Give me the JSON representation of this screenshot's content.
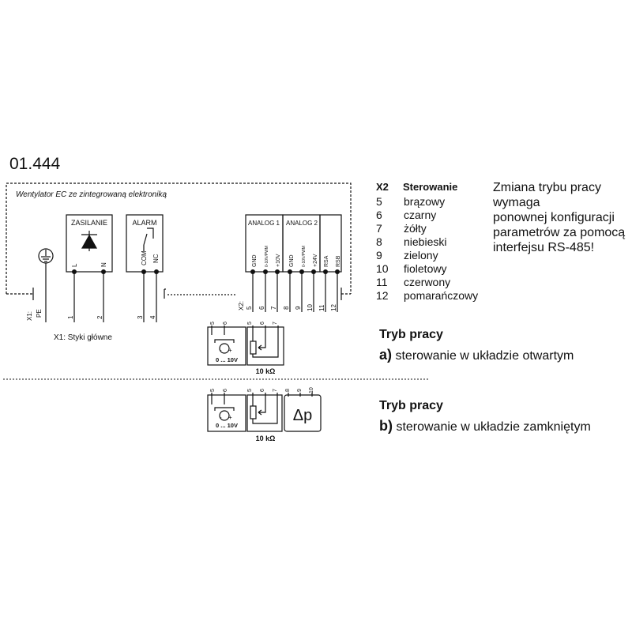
{
  "model": "01.444",
  "fan": {
    "label": "Wentylator EC ze zintegrowaną elektroniką",
    "supply_label": "ZASILANIE",
    "alarm_label": "ALARM",
    "analog1_label": "ANALOG 1",
    "analog2_label": "ANALOG 2",
    "pins": {
      "l": "L",
      "n": "N",
      "com": "COM",
      "nc": "NC",
      "gnd1": "GND",
      "sig1": "0-10V/PWM",
      "plus10v": "+10V",
      "gnd2": "GND",
      "sig2": "0-10V/PWM",
      "plus24v": "+24V",
      "rsa": "RSA",
      "rsb": "RSB"
    }
  },
  "x1": {
    "label": "X1:",
    "pe": "PE",
    "numbers": [
      "1",
      "2",
      "3",
      "4"
    ],
    "caption": "X1: Styki główne"
  },
  "x2": {
    "label": "X2:",
    "numbers": [
      "5",
      "6",
      "7",
      "8",
      "9",
      "10",
      "11",
      "12"
    ]
  },
  "legend": {
    "header_code": "X2",
    "header_title": "Sterowanie",
    "rows": [
      {
        "num": "5",
        "color": "brązowy"
      },
      {
        "num": "6",
        "color": "czarny"
      },
      {
        "num": "7",
        "color": "żółty"
      },
      {
        "num": "8",
        "color": "niebieski"
      },
      {
        "num": "9",
        "color": "zielony"
      },
      {
        "num": "10",
        "color": "fioletowy"
      },
      {
        "num": "11",
        "color": "czerwony"
      },
      {
        "num": "12",
        "color": "pomarańczowy"
      }
    ]
  },
  "note": [
    "Zmiana trybu pracy",
    "wymaga",
    "ponownej konfiguracji",
    "parametrów za pomocą",
    "interfejsu RS-485!"
  ],
  "mode_a": {
    "title": "Tryb pracy",
    "letter": "a)",
    "text": "sterowanie w układzie otwartym",
    "source_pins": [
      "5",
      "6"
    ],
    "source_range": "0 ... 10V",
    "pot_pins": [
      "5",
      "6",
      "7"
    ],
    "pot_value": "10 kΩ"
  },
  "mode_b": {
    "title": "Tryb pracy",
    "letter": "b)",
    "text": "sterowanie w układzie zamkniętym",
    "source_pins": [
      "5",
      "6"
    ],
    "source_range": "0 ... 10V",
    "pot_pins": [
      "5",
      "6",
      "7"
    ],
    "pot_value": "10 kΩ",
    "sensor_pins": [
      "8",
      "9",
      "10"
    ],
    "sensor_symbol": "Δp"
  },
  "colors": {
    "line": "#111111",
    "text": "#111111"
  }
}
